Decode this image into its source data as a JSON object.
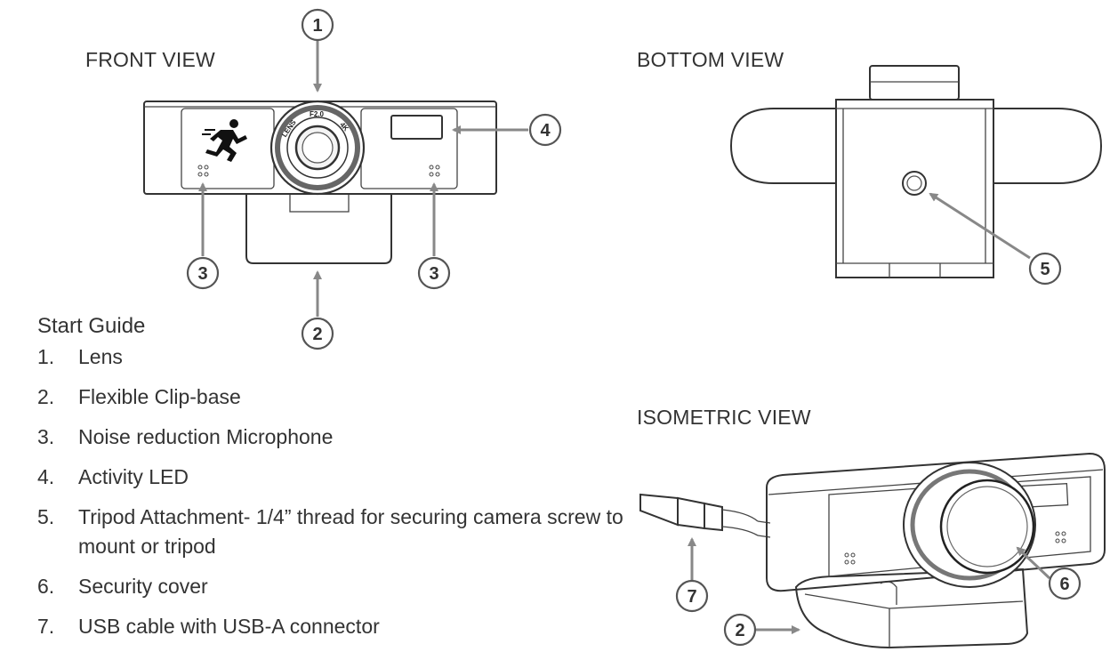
{
  "views": {
    "front": "FRONT VIEW",
    "bottom": "BOTTOM VIEW",
    "isometric": "ISOMETRIC VIEW"
  },
  "lens_markings": [
    "F2.0",
    "4K",
    "LENS"
  ],
  "callouts": {
    "front_lens": "1",
    "front_base": "2",
    "front_mic_left": "3",
    "front_mic_right": "3",
    "front_led": "4",
    "bottom_tripod": "5",
    "iso_cover": "6",
    "iso_usb": "7",
    "iso_base": "2"
  },
  "guide": {
    "title": "Start Guide",
    "items": [
      {
        "num": "1.",
        "text": "Lens"
      },
      {
        "num": "2.",
        "text": "Flexible Clip-base"
      },
      {
        "num": "3.",
        "text": "Noise reduction Microphone"
      },
      {
        "num": "4.",
        "text": "Activity LED"
      },
      {
        "num": "5.",
        "text": "Tripod Attachment- 1/4” thread for securing camera screw to mount or tripod"
      },
      {
        "num": "6.",
        "text": "Security cover"
      },
      {
        "num": "7.",
        "text": "USB cable with USB-A connector"
      }
    ]
  },
  "colors": {
    "line": "#333333",
    "arrow": "#888888",
    "callout_border": "#555555"
  }
}
